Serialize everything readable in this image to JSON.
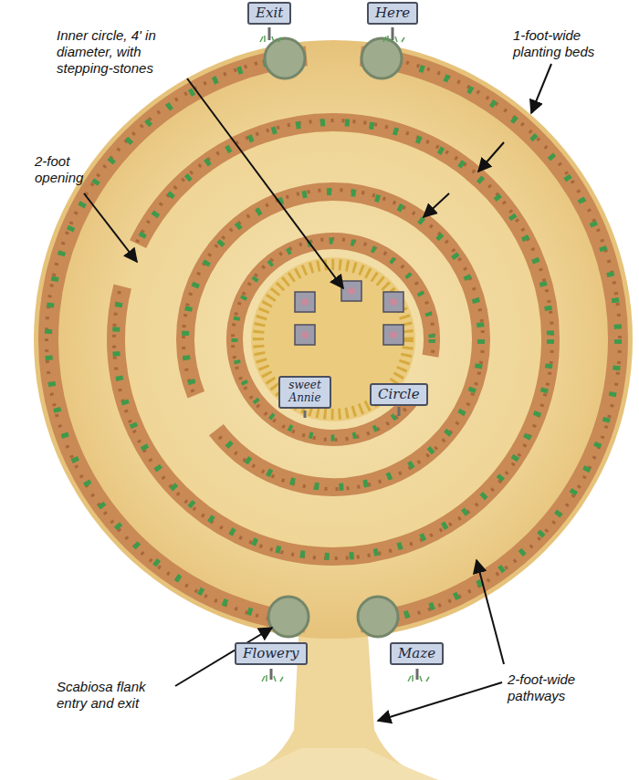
{
  "diagram": {
    "nodes": [
      {
        "text": [
          "Exit"
        ]
      },
      {
        "text": [
          "Here"
        ]
      },
      {
        "text": [
          "sweet Annie"
        ]
      },
      {
        "text": [
          "Circle"
        ]
      },
      {
        "text": [
          "Flowery"
        ]
      },
      {
        "text": [
          "Maze"
        ]
      }
    ],
    "labels": [
      "Inner circle, 4' in diameter, with stepping-stones",
      "1-foot-wide planting beds",
      "2-foot opening",
      "Scabiosa flank entry and exit",
      "2-foot-wide pathways"
    ]
  }
}
